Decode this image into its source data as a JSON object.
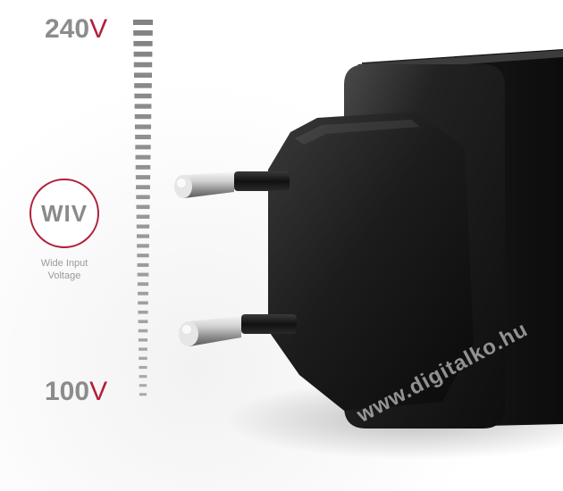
{
  "voltage_scale": {
    "max_value": "240",
    "min_value": "100",
    "unit": "V",
    "max_unit_color": "#b21f3a",
    "label_color": "#8c8c8c"
  },
  "badge": {
    "acronym": "WIV",
    "caption_line1": "Wide Input",
    "caption_line2": "Voltage",
    "ring_color": "#b21f3a"
  },
  "watermark": {
    "text": "www.digitalko.hu"
  },
  "product": {
    "description_icon": "eu-plug-charger-icon",
    "body_color": "#1a1a1a"
  }
}
